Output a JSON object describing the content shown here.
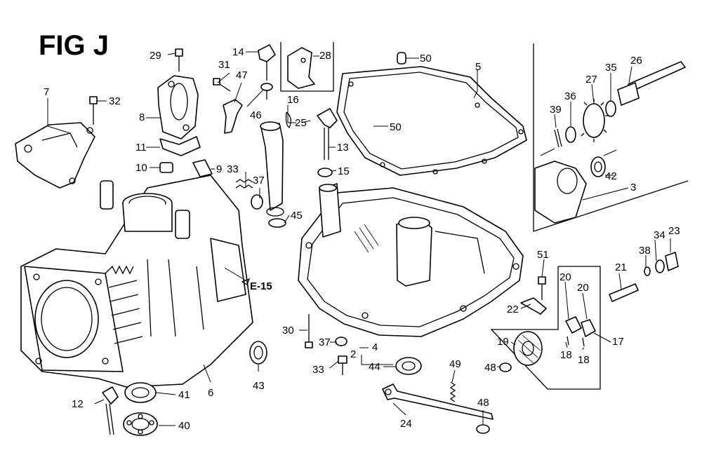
{
  "figure": {
    "title": "FIG J",
    "reference": "E-15"
  },
  "callouts": [
    "29",
    "31",
    "47",
    "14",
    "28",
    "50",
    "5",
    "7",
    "32",
    "8",
    "46",
    "16",
    "25",
    "50",
    "39",
    "36",
    "27",
    "35",
    "26",
    "11",
    "13",
    "10",
    "9",
    "33",
    "37",
    "15",
    "45",
    "42",
    "3",
    "51",
    "34",
    "23",
    "38",
    "21",
    "20",
    "20",
    "22",
    "30",
    "37",
    "4",
    "2",
    "44",
    "33",
    "49",
    "19",
    "18",
    "18",
    "17",
    "48",
    "48",
    "24",
    "43",
    "41",
    "40",
    "12",
    "6"
  ]
}
